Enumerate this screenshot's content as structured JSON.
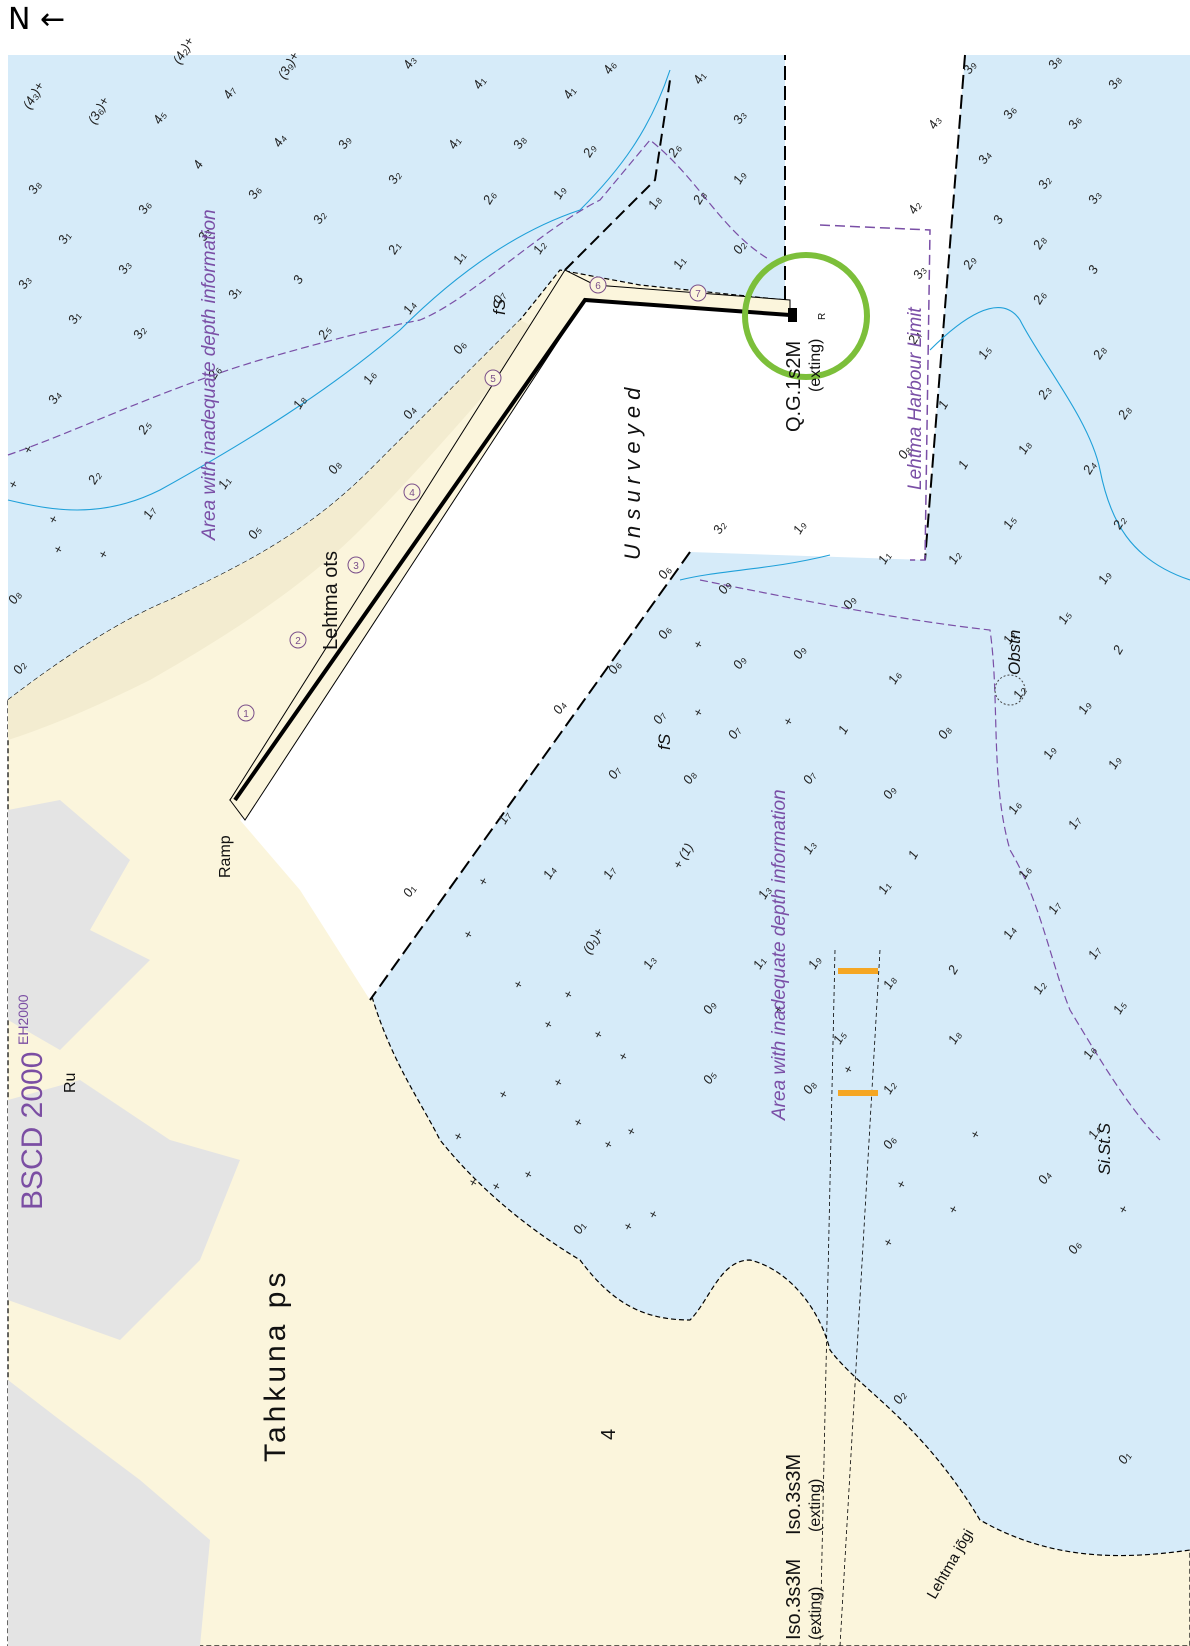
{
  "north_arrow": "N ←",
  "vertical_datum": {
    "text": "BSCD 2000",
    "sup": "EH2000",
    "color": "#7b4ea3"
  },
  "labels": {
    "area_warning_1": "Area with inadequate depth information",
    "area_warning_2": "Area with inadequate depth information",
    "unsurveyed": "U n s u r v e y e d",
    "harbour_limit": "Lehtma Harbour Limit",
    "light_1": "Q.G.1s2M",
    "light_1_sub": "(exting)",
    "light_2": "Iso.3s3M",
    "light_2_sub": "(exting)",
    "light_3": "Iso.3s3M",
    "light_3_sub": "(exting)",
    "place_1": "Lehtma ots",
    "place_2": "Tahkuna ps",
    "place_3": "Lehtma jõgi",
    "ramp": "Ramp",
    "obstn": "Obstn",
    "seabed_1": "fS",
    "seabed_2": "fS",
    "seabed_3": "Si.St.S",
    "ruin": "Ru",
    "r_mark": "R",
    "number_4": "4"
  },
  "pier_markers": [
    "1",
    "2",
    "3",
    "4",
    "5",
    "6",
    "7"
  ],
  "soundings": [
    [
      "(4₃)+",
      30,
      110
    ],
    [
      "(3₆)+",
      95,
      125
    ],
    [
      "(4₂)+",
      180,
      65
    ],
    [
      "(3₉)+",
      285,
      80
    ],
    [
      "4₇",
      230,
      100
    ],
    [
      "4₅",
      160,
      125
    ],
    [
      "4",
      200,
      170
    ],
    [
      "4₄",
      280,
      148
    ],
    [
      "4₃",
      410,
      70
    ],
    [
      "4₁",
      480,
      90
    ],
    [
      "4₁",
      570,
      100
    ],
    [
      "4₆",
      610,
      75
    ],
    [
      "3₉",
      345,
      150
    ],
    [
      "4₁",
      455,
      150
    ],
    [
      "3₈",
      520,
      150
    ],
    [
      "2₉",
      590,
      158
    ],
    [
      "3₈",
      35,
      195
    ],
    [
      "3₆",
      145,
      215
    ],
    [
      "3₆",
      255,
      200
    ],
    [
      "3₂",
      395,
      185
    ],
    [
      "3₁",
      65,
      245
    ],
    [
      "3₃",
      125,
      275
    ],
    [
      "3₃",
      205,
      242
    ],
    [
      "3₂",
      320,
      225
    ],
    [
      "2₆",
      490,
      205
    ],
    [
      "1₉",
      560,
      200
    ],
    [
      "3₃",
      25,
      290
    ],
    [
      "3₁",
      75,
      325
    ],
    [
      "3₂",
      140,
      340
    ],
    [
      "3₁",
      235,
      300
    ],
    [
      "3",
      300,
      285
    ],
    [
      "2₁",
      395,
      255
    ],
    [
      "1₁",
      460,
      265
    ],
    [
      "1₂",
      540,
      255
    ],
    [
      "2₅",
      325,
      340
    ],
    [
      "1₄",
      410,
      315
    ],
    [
      "0₇",
      500,
      305
    ],
    [
      "3₄",
      55,
      405
    ],
    [
      "2₆",
      215,
      380
    ],
    [
      "1₆",
      370,
      385
    ],
    [
      "0₆",
      460,
      355
    ],
    [
      "2₅",
      145,
      435
    ],
    [
      "1₈",
      300,
      410
    ],
    [
      "0₄",
      410,
      420
    ],
    [
      "+",
      30,
      455
    ],
    [
      "2₂",
      95,
      485
    ],
    [
      "1₁",
      225,
      490
    ],
    [
      "0₈",
      335,
      475
    ],
    [
      "+",
      15,
      490
    ],
    [
      "1₇",
      150,
      520
    ],
    [
      "0₅",
      255,
      540
    ],
    [
      "+",
      55,
      525
    ],
    [
      "+",
      60,
      555
    ],
    [
      "+",
      105,
      560
    ],
    [
      "0₈",
      15,
      605
    ],
    [
      "0₂",
      20,
      675
    ],
    [
      "4₁",
      700,
      85
    ],
    [
      "3₃",
      740,
      125
    ],
    [
      "2₆",
      675,
      158
    ],
    [
      "1₉",
      740,
      185
    ],
    [
      "2₈",
      700,
      205
    ],
    [
      "1₈",
      655,
      210
    ],
    [
      "1₁",
      680,
      270
    ],
    [
      "0₂",
      740,
      255
    ],
    [
      "3₉",
      970,
      75
    ],
    [
      "3₈",
      1055,
      70
    ],
    [
      "3₈",
      1115,
      90
    ],
    [
      "4₃",
      935,
      130
    ],
    [
      "3₆",
      1010,
      120
    ],
    [
      "3₆",
      1075,
      130
    ],
    [
      "3₄",
      985,
      165
    ],
    [
      "3₂",
      1045,
      190
    ],
    [
      "3₃",
      1095,
      205
    ],
    [
      "4₂",
      915,
      215
    ],
    [
      "3",
      1000,
      225
    ],
    [
      "2₈",
      1040,
      250
    ],
    [
      "3",
      1095,
      275
    ],
    [
      "2₉",
      970,
      270
    ],
    [
      "3₃",
      920,
      280
    ],
    [
      "2₆",
      1040,
      305
    ],
    [
      "2₄",
      915,
      345
    ],
    [
      "1₅",
      985,
      360
    ],
    [
      "2₈",
      1100,
      360
    ],
    [
      "1",
      945,
      410
    ],
    [
      "2₃",
      1045,
      400
    ],
    [
      "2₈",
      1125,
      420
    ],
    [
      "1₈",
      1025,
      455
    ],
    [
      "0₈",
      905,
      460
    ],
    [
      "1",
      965,
      470
    ],
    [
      "2₄",
      1090,
      475
    ],
    [
      "1₅",
      1010,
      530
    ],
    [
      "2₂",
      1120,
      530
    ],
    [
      "3₂",
      720,
      535
    ],
    [
      "1₉",
      800,
      535
    ],
    [
      "1₁",
      885,
      565
    ],
    [
      "1₂",
      955,
      565
    ],
    [
      "0₆",
      665,
      580
    ],
    [
      "0₉",
      725,
      595
    ],
    [
      "0₉",
      850,
      610
    ],
    [
      "1₉",
      1105,
      585
    ],
    [
      "1₅",
      1065,
      625
    ],
    [
      "1₂",
      1010,
      645
    ],
    [
      "2",
      1120,
      655
    ],
    [
      "0₆",
      665,
      640
    ],
    [
      "0₉",
      800,
      660
    ],
    [
      "0₉",
      740,
      670
    ],
    [
      "+",
      700,
      650
    ],
    [
      "1₆",
      895,
      685
    ],
    [
      "1₂",
      1020,
      700
    ],
    [
      "0₆",
      615,
      675
    ],
    [
      "0₄",
      560,
      715
    ],
    [
      "0₇",
      660,
      725
    ],
    [
      "+",
      700,
      718
    ],
    [
      "+",
      790,
      727
    ],
    [
      "1",
      845,
      735
    ],
    [
      "0₈",
      945,
      740
    ],
    [
      "1₉",
      1085,
      715
    ],
    [
      "1₉",
      1050,
      760
    ],
    [
      "1₉",
      1115,
      770
    ],
    [
      "0₇",
      735,
      740
    ],
    [
      "0₇",
      615,
      780
    ],
    [
      "0₈",
      690,
      785
    ],
    [
      "0₇",
      810,
      785
    ],
    [
      "0₉",
      890,
      800
    ],
    [
      "1₆",
      1015,
      815
    ],
    [
      "1₇",
      1075,
      830
    ],
    [
      "1₇",
      505,
      825
    ],
    [
      "1₃",
      810,
      855
    ],
    [
      "1",
      915,
      860
    ],
    [
      "1₆",
      1025,
      880
    ],
    [
      "1₄",
      550,
      880
    ],
    [
      "1₇",
      610,
      880
    ],
    [
      "+ (1)",
      680,
      870
    ],
    [
      "+",
      485,
      887
    ],
    [
      "1₁",
      885,
      895
    ],
    [
      "1₃",
      765,
      900
    ],
    [
      "0₁",
      410,
      898
    ],
    [
      "+",
      470,
      940
    ],
    [
      "1₇",
      1055,
      915
    ],
    [
      "(0₁)+",
      590,
      955
    ],
    [
      "1₃",
      650,
      970
    ],
    [
      "1₁",
      760,
      970
    ],
    [
      "1₉",
      815,
      970
    ],
    [
      "2",
      955,
      975
    ],
    [
      "1₈",
      890,
      990
    ],
    [
      "1₄",
      1010,
      940
    ],
    [
      "1₇",
      1095,
      960
    ],
    [
      "+",
      520,
      990
    ],
    [
      "+",
      570,
      1000
    ],
    [
      "+",
      550,
      1030
    ],
    [
      "0₉",
      710,
      1015
    ],
    [
      "+",
      780,
      1015
    ],
    [
      "1₂",
      1040,
      995
    ],
    [
      "1₅",
      1120,
      1015
    ],
    [
      "1₅",
      840,
      1045
    ],
    [
      "1₈",
      955,
      1045
    ],
    [
      "+",
      600,
      1040
    ],
    [
      "+",
      625,
      1062
    ],
    [
      "+",
      850,
      1075
    ],
    [
      "1₆",
      1090,
      1060
    ],
    [
      "0₅",
      710,
      1085
    ],
    [
      "0₈",
      810,
      1095
    ],
    [
      "1₂",
      890,
      1095
    ],
    [
      "+",
      560,
      1088
    ],
    [
      "+",
      505,
      1100
    ],
    [
      "+",
      460,
      1142
    ],
    [
      "+",
      580,
      1128
    ],
    [
      "+",
      633,
      1137
    ],
    [
      "+",
      977,
      1140
    ],
    [
      "1₄",
      1095,
      1140
    ],
    [
      "0₆",
      890,
      1150
    ],
    [
      "+",
      610,
      1150
    ],
    [
      "+",
      530,
      1180
    ],
    [
      "0₄",
      1045,
      1185
    ],
    [
      "+",
      903,
      1190
    ],
    [
      "+",
      475,
      1188
    ],
    [
      "+",
      498,
      1192
    ],
    [
      "+",
      955,
      1215
    ],
    [
      "0₁",
      580,
      1235
    ],
    [
      "+",
      630,
      1232
    ],
    [
      "+",
      655,
      1220
    ],
    [
      "+",
      890,
      1248
    ],
    [
      "0₆",
      1075,
      1255
    ],
    [
      "+",
      1125,
      1215
    ],
    [
      "0₂",
      900,
      1405
    ],
    [
      "0₁",
      1125,
      1465
    ]
  ]
}
